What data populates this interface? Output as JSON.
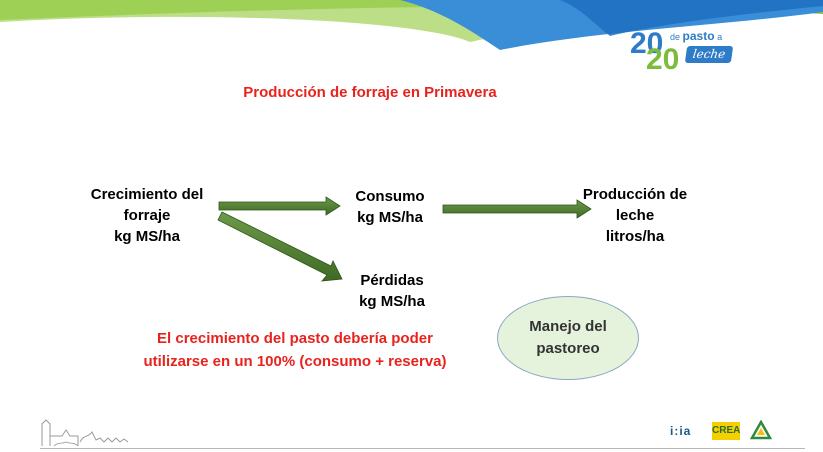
{
  "title": "Producción de forraje en Primavera",
  "logo": {
    "digits_top": "20",
    "digits_bottom": "20",
    "de_pasto_small": "de",
    "de_pasto": "pasto",
    "de_pasto_suffix": "a",
    "leche": "leche"
  },
  "nodes": {
    "crecimiento": [
      "Crecimiento del",
      "forraje",
      "kg MS/ha"
    ],
    "consumo": [
      "Consumo",
      "kg MS/ha"
    ],
    "produccion": [
      "Producción de",
      "leche",
      "litros/ha"
    ],
    "perdidas": [
      "Pérdidas",
      "kg MS/ha"
    ]
  },
  "note": [
    "El crecimiento del pasto debería poder",
    "utilizarse en un 100% (consumo + reserva)"
  ],
  "ellipse": [
    "Manejo del",
    "pastoreo"
  ],
  "footer": {
    "inia": "i:ia",
    "crea": "CREA"
  },
  "colors": {
    "title_red": "#e8231e",
    "arrow_green": "#4a7a2c",
    "ellipse_fill": "#e5f2dc",
    "band_blue": "#3a8ed8",
    "band_green": "#8cc641"
  }
}
